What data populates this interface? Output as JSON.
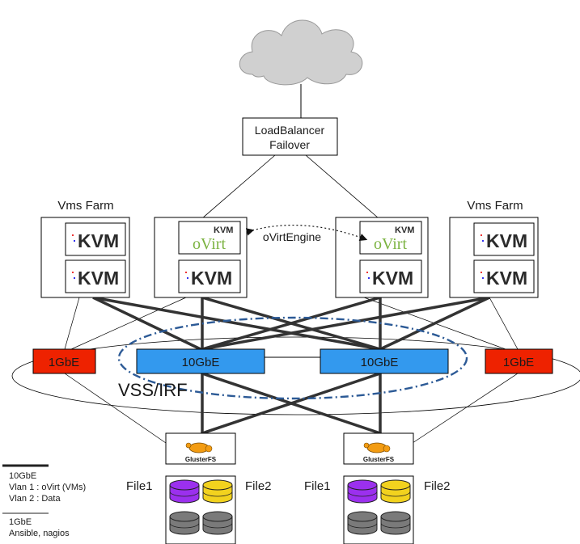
{
  "loadbalancer": {
    "line1": "LoadBalancer",
    "line2": "Failover"
  },
  "farms": {
    "left_label": "Vms Farm",
    "right_label": "Vms Farm"
  },
  "kvm_label": "KVM",
  "kvm_small_label": "KVM",
  "ovirt_label": "oVirt",
  "ovirt_engine_label": "oVirtEngine",
  "switches": {
    "one_gbe_left": "1GbE",
    "ten_gbe_left": "10GbE",
    "ten_gbe_right": "10GbE",
    "one_gbe_right": "1GbE"
  },
  "vss_label": "VSS/IRF",
  "gluster_label": "GlusterFS",
  "files": {
    "file1": "File1",
    "file2": "File2"
  },
  "legend": {
    "ten_title": "10GbE",
    "ten_line1": "Vlan 1 : oVirt (VMs)",
    "ten_line2": "Vlan 2 : Data",
    "one_title": "1GbE",
    "one_line1": "Ansible, nagios"
  },
  "colors": {
    "one_gbe": "#ee2200",
    "ten_gbe": "#3399ee",
    "vss_dash": "#2c5a96",
    "disk_purple": "#9b30ee",
    "disk_yellow": "#f2d21e",
    "disk_gray": "#7a7a7a",
    "ovirt_green": "#7cb342"
  }
}
